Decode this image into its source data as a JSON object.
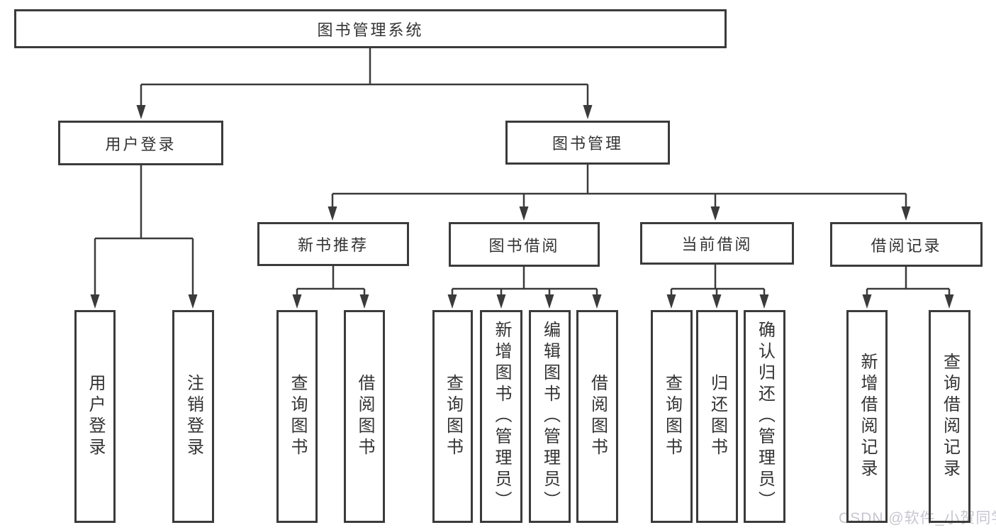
{
  "diagram": {
    "root": {
      "label": "图书管理系统"
    },
    "level2": {
      "user_login": {
        "label": "用户登录"
      },
      "book_management": {
        "label": "图书管理"
      }
    },
    "level3": {
      "new_book_recommend": {
        "label": "新书推荐"
      },
      "book_borrow": {
        "label": "图书借阅"
      },
      "current_borrow": {
        "label": "当前借阅"
      },
      "borrow_records": {
        "label": "借阅记录"
      }
    },
    "leaves": {
      "user_login": {
        "label": "用户登录"
      },
      "logout": {
        "label": "注销登录"
      },
      "recommend_query_books": {
        "label": "查询图书"
      },
      "recommend_borrow_books": {
        "label": "借阅图书"
      },
      "borrow_query_books": {
        "label": "查询图书"
      },
      "borrow_add_books": {
        "label": "新增图书（管理员）"
      },
      "borrow_edit_books": {
        "label": "编辑图书（管理员）"
      },
      "borrow_borrow_books": {
        "label": "借阅图书"
      },
      "current_query_books": {
        "label": "查询图书"
      },
      "current_return_books": {
        "label": "归还图书"
      },
      "current_confirm_return": {
        "label": "确认归还（管理员）"
      },
      "records_add_record": {
        "label": "新增借阅记录"
      },
      "records_query_record": {
        "label": "查询借阅记录"
      }
    },
    "watermark": "CSDN @软件_小贺同学",
    "colors": {
      "line": "#3b3b3b",
      "text": "#333333",
      "watermark": "#c6c6cf",
      "background": "#ffffff"
    }
  }
}
